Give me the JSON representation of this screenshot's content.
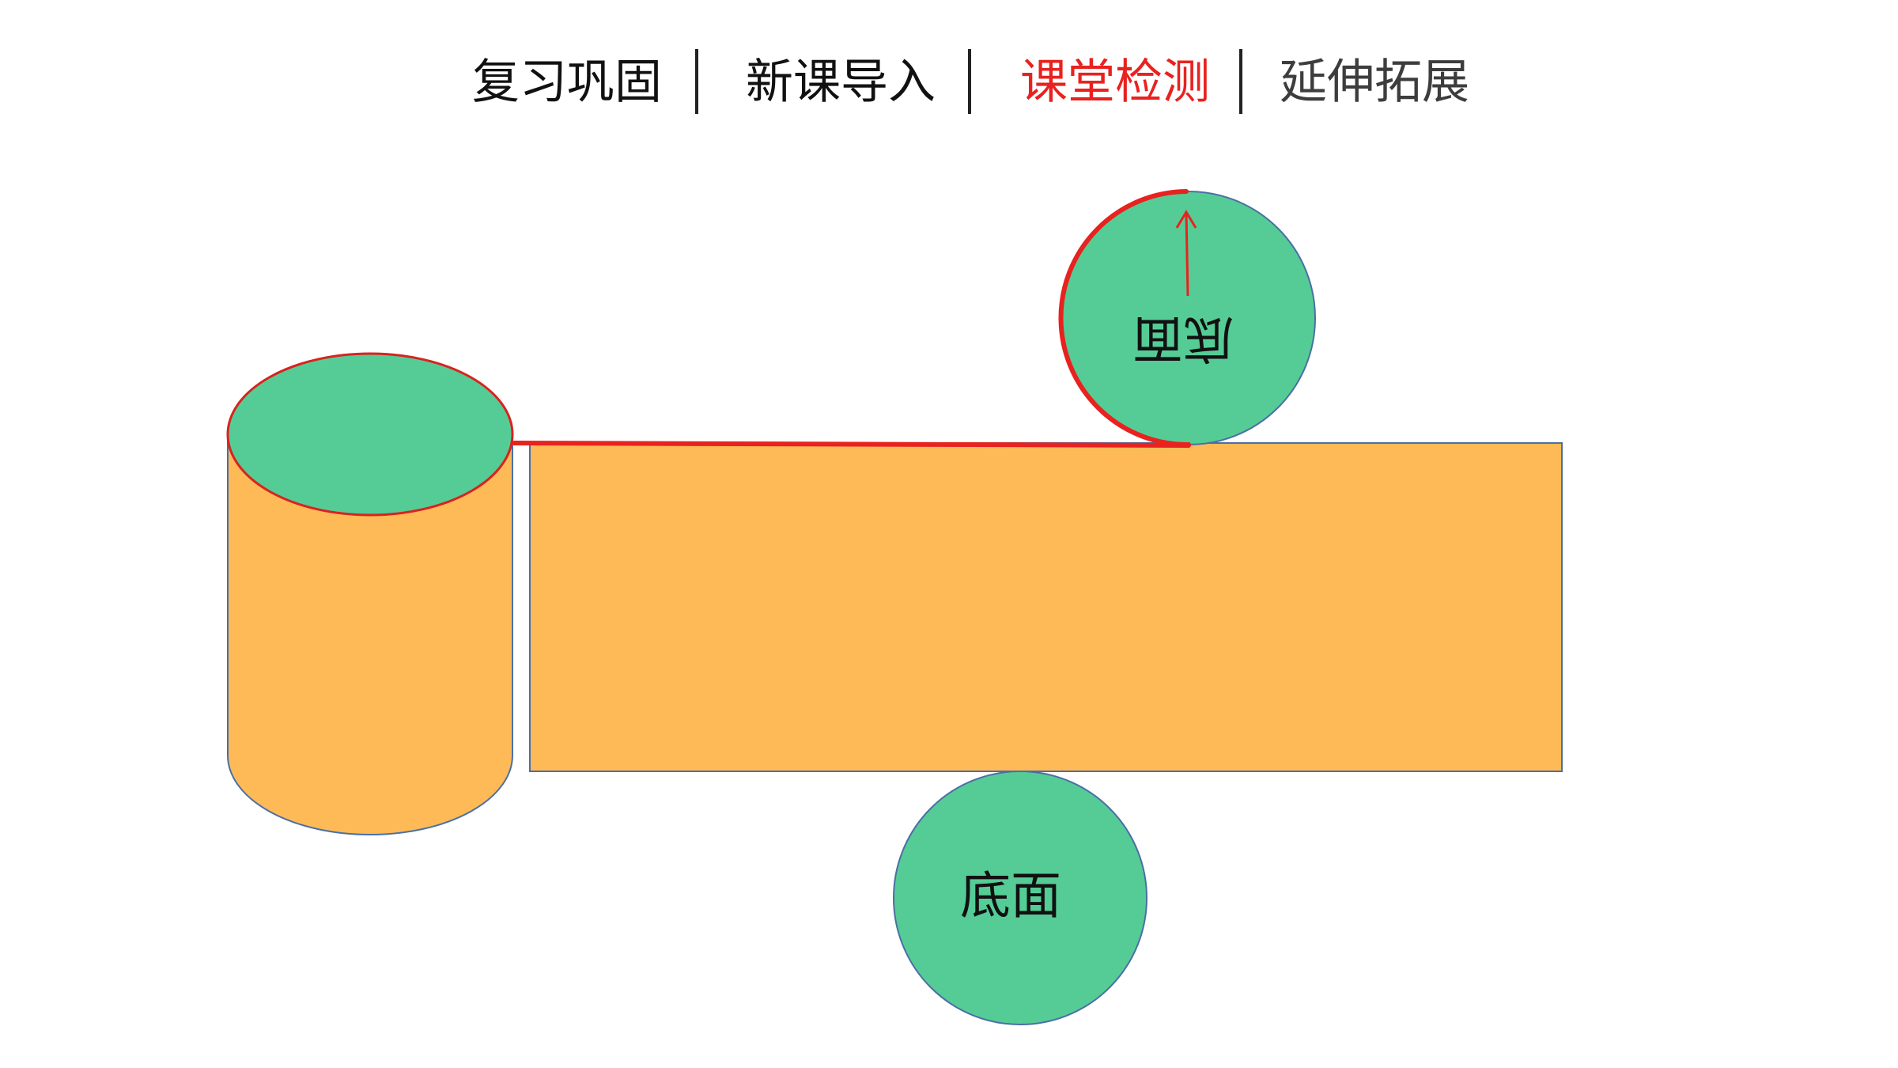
{
  "nav": {
    "items": [
      {
        "label": "复习巩固"
      },
      {
        "label": "新课导入"
      },
      {
        "label": "课堂检测",
        "active": true
      },
      {
        "label": "延伸拓展"
      }
    ]
  },
  "diagram": {
    "top_circle_label": "底面",
    "bottom_circle_label": "底面"
  },
  "colors": {
    "active_nav": "#e8221f",
    "face_green": "#55cc96",
    "side_orange": "#ffba58",
    "outline_blue": "#4a6fa5",
    "highlight_red": "#e8221f"
  }
}
